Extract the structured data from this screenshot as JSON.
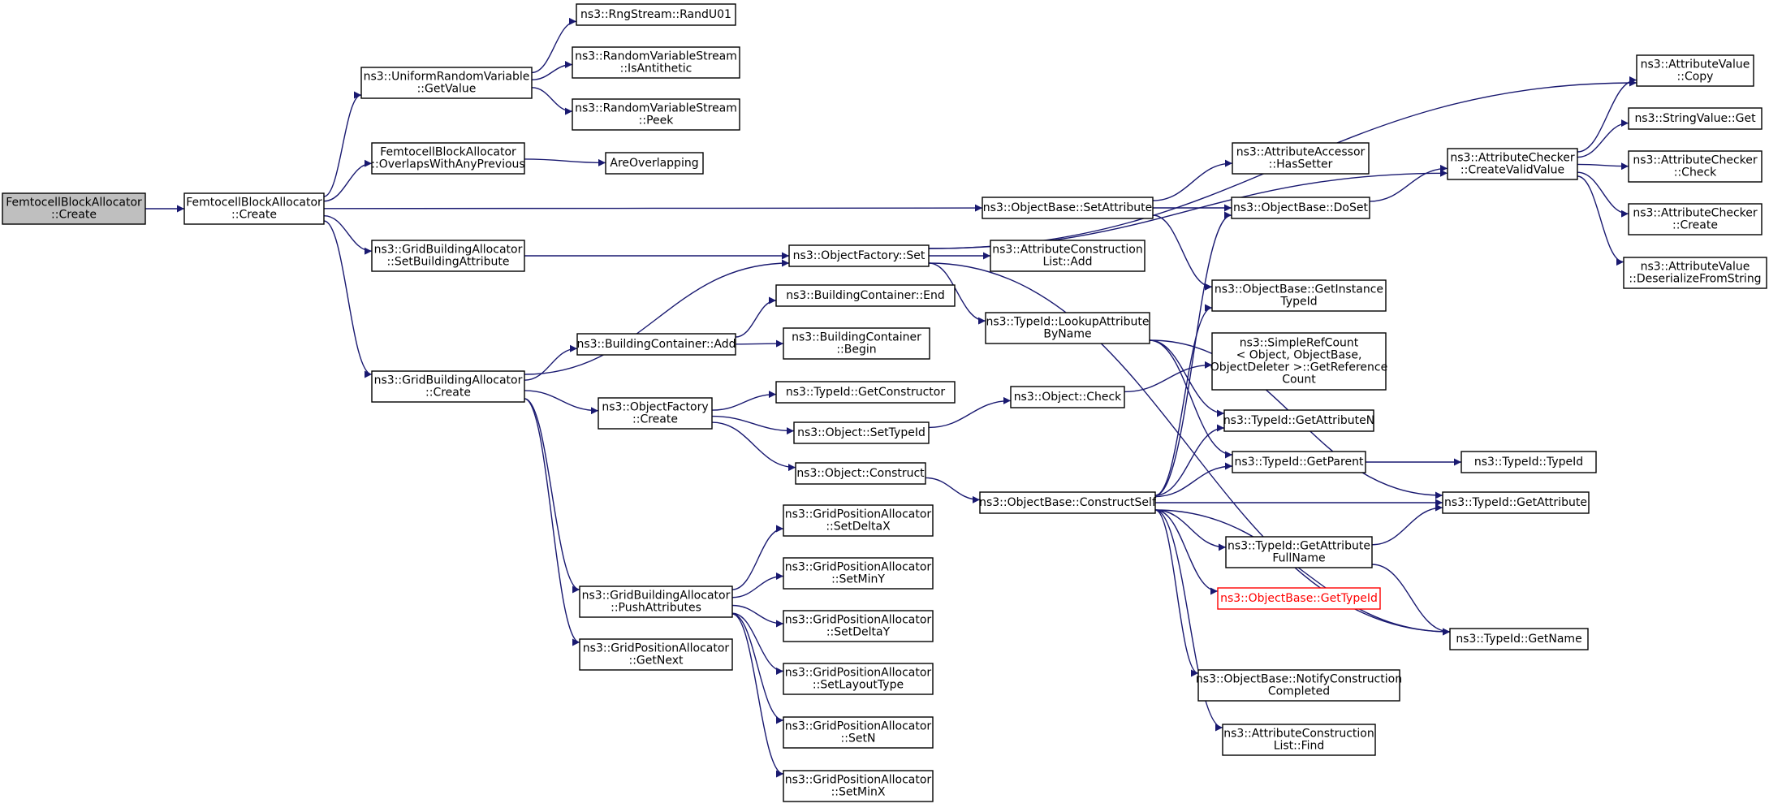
{
  "graph": {
    "edge_color": "#191970",
    "nodes": [
      {
        "id": "root",
        "lines": [
          "FemtocellBlockAllocator",
          "::Create"
        ],
        "style": "root"
      },
      {
        "id": "fba_create",
        "lines": [
          "FemtocellBlockAllocator",
          "::Create"
        ]
      },
      {
        "id": "urv_getvalue",
        "lines": [
          "ns3::UniformRandomVariable",
          "::GetValue"
        ]
      },
      {
        "id": "fba_overlaps",
        "lines": [
          "FemtocellBlockAllocator",
          "::OverlapsWithAnyPrevious"
        ]
      },
      {
        "id": "gba_setbuilding",
        "lines": [
          "ns3::GridBuildingAllocator",
          "::SetBuildingAttribute"
        ]
      },
      {
        "id": "gba_create",
        "lines": [
          "ns3::GridBuildingAllocator",
          "::Create"
        ]
      },
      {
        "id": "rng_randu01",
        "lines": [
          "ns3::RngStream::RandU01"
        ]
      },
      {
        "id": "rvs_isanti",
        "lines": [
          "ns3::RandomVariableStream",
          "::IsAntithetic"
        ]
      },
      {
        "id": "rvs_peek",
        "lines": [
          "ns3::RandomVariableStream",
          "::Peek"
        ]
      },
      {
        "id": "areoverlapping",
        "lines": [
          "AreOverlapping"
        ]
      },
      {
        "id": "of_set",
        "lines": [
          "ns3::ObjectFactory::Set"
        ]
      },
      {
        "id": "bc_end",
        "lines": [
          "ns3::BuildingContainer::End"
        ]
      },
      {
        "id": "bc_add",
        "lines": [
          "ns3::BuildingContainer::Add"
        ]
      },
      {
        "id": "bc_begin",
        "lines": [
          "ns3::BuildingContainer",
          "::Begin"
        ]
      },
      {
        "id": "of_create",
        "lines": [
          "ns3::ObjectFactory",
          "::Create"
        ]
      },
      {
        "id": "tid_getconstructor",
        "lines": [
          "ns3::TypeId::GetConstructor"
        ]
      },
      {
        "id": "obj_settypeid",
        "lines": [
          "ns3::Object::SetTypeId"
        ]
      },
      {
        "id": "obj_construct",
        "lines": [
          "ns3::Object::Construct"
        ]
      },
      {
        "id": "gpa_setdeltax",
        "lines": [
          "ns3::GridPositionAllocator",
          "::SetDeltaX"
        ]
      },
      {
        "id": "gba_push",
        "lines": [
          "ns3::GridBuildingAllocator",
          "::PushAttributes"
        ]
      },
      {
        "id": "gpa_setminy",
        "lines": [
          "ns3::GridPositionAllocator",
          "::SetMinY"
        ]
      },
      {
        "id": "gpa_getnext",
        "lines": [
          "ns3::GridPositionAllocator",
          "::GetNext"
        ]
      },
      {
        "id": "gpa_setdeltay",
        "lines": [
          "ns3::GridPositionAllocator",
          "::SetDeltaY"
        ]
      },
      {
        "id": "gpa_setlayout",
        "lines": [
          "ns3::GridPositionAllocator",
          "::SetLayoutType"
        ]
      },
      {
        "id": "gpa_setn",
        "lines": [
          "ns3::GridPositionAllocator",
          "::SetN"
        ]
      },
      {
        "id": "gpa_setminx",
        "lines": [
          "ns3::GridPositionAllocator",
          "::SetMinX"
        ]
      },
      {
        "id": "ob_setattribute",
        "lines": [
          "ns3::ObjectBase::SetAttribute"
        ]
      },
      {
        "id": "acl_add",
        "lines": [
          "ns3::AttributeConstruction",
          "List::Add"
        ]
      },
      {
        "id": "tid_lookup",
        "lines": [
          "ns3::TypeId::LookupAttribute",
          "ByName"
        ]
      },
      {
        "id": "obj_check",
        "lines": [
          "ns3::Object::Check"
        ]
      },
      {
        "id": "ob_constructself",
        "lines": [
          "ns3::ObjectBase::ConstructSelf"
        ]
      },
      {
        "id": "aa_hassetter",
        "lines": [
          "ns3::AttributeAccessor",
          "::HasSetter"
        ]
      },
      {
        "id": "ob_doset",
        "lines": [
          "ns3::ObjectBase::DoSet"
        ]
      },
      {
        "id": "ob_getinstance",
        "lines": [
          "ns3::ObjectBase::GetInstance",
          "TypeId"
        ]
      },
      {
        "id": "src_getref",
        "lines": [
          "ns3::SimpleRefCount",
          "< Object, ObjectBase,",
          "ObjectDeleter >::GetReference",
          "Count"
        ]
      },
      {
        "id": "tid_getattrn",
        "lines": [
          "ns3::TypeId::GetAttributeN"
        ]
      },
      {
        "id": "tid_getparent",
        "lines": [
          "ns3::TypeId::GetParent"
        ]
      },
      {
        "id": "tid_getattrfull",
        "lines": [
          "ns3::TypeId::GetAttribute",
          "FullName"
        ]
      },
      {
        "id": "ob_gettypeid",
        "lines": [
          "ns3::ObjectBase::GetTypeId"
        ],
        "style": "red"
      },
      {
        "id": "ob_notify",
        "lines": [
          "ns3::ObjectBase::NotifyConstruction",
          "Completed"
        ]
      },
      {
        "id": "acl_find",
        "lines": [
          "ns3::AttributeConstruction",
          "List::Find"
        ]
      },
      {
        "id": "ac_createvalid",
        "lines": [
          "ns3::AttributeChecker",
          "::CreateValidValue"
        ]
      },
      {
        "id": "tid_typeid",
        "lines": [
          "ns3::TypeId::TypeId"
        ]
      },
      {
        "id": "tid_getattribute",
        "lines": [
          "ns3::TypeId::GetAttribute"
        ]
      },
      {
        "id": "tid_getname",
        "lines": [
          "ns3::TypeId::GetName"
        ]
      },
      {
        "id": "av_copy",
        "lines": [
          "ns3::AttributeValue",
          "::Copy"
        ]
      },
      {
        "id": "sv_get",
        "lines": [
          "ns3::StringValue::Get"
        ]
      },
      {
        "id": "ac_check",
        "lines": [
          "ns3::AttributeChecker",
          "::Check"
        ]
      },
      {
        "id": "ac_create",
        "lines": [
          "ns3::AttributeChecker",
          "::Create"
        ]
      },
      {
        "id": "av_deserialize",
        "lines": [
          "ns3::AttributeValue",
          "::DeserializeFromString"
        ]
      }
    ]
  }
}
